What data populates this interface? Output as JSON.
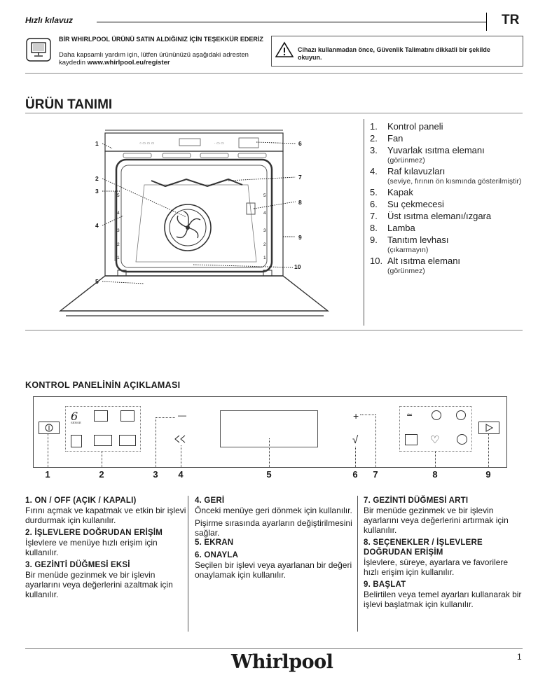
{
  "header": {
    "title": "Hızlı kılavuz",
    "lang": "TR"
  },
  "register": {
    "title": "BİR WHIRLPOOL ÜRÜNÜ SATIN ALDIĞINIZ İÇİN TEŞEKKÜR EDERİZ",
    "body": "Daha kapsamlı yardım için, lütfen ürününüzü aşağıdaki adresten kaydedin",
    "url": "www.whirlpool.eu/register"
  },
  "warning": {
    "text": "Cihazı kullanmadan önce, Güvenlik Talimatını dikkatli bir şekilde okuyun."
  },
  "product": {
    "heading": "ÜRÜN TANIMI",
    "items": [
      {
        "num": "1.",
        "label": "Kontrol paneli",
        "note": ""
      },
      {
        "num": "2.",
        "label": "Fan",
        "note": ""
      },
      {
        "num": "3.",
        "label": "Yuvarlak ısıtma elemanı",
        "note": "(görünmez)"
      },
      {
        "num": "4.",
        "label": "Raf kılavuzları",
        "note": "(seviye, fırının ön kısmında gösterilmiştir)"
      },
      {
        "num": "5.",
        "label": "Kapak",
        "note": ""
      },
      {
        "num": "6.",
        "label": "Su çekmecesi",
        "note": ""
      },
      {
        "num": "7.",
        "label": "Üst ısıtma elemanı/ızgara",
        "note": ""
      },
      {
        "num": "8.",
        "label": "Lamba",
        "note": ""
      },
      {
        "num": "9.",
        "label": "Tanıtım levhası",
        "note": "(çıkarmayın)"
      },
      {
        "num": "10.",
        "label": "Alt ısıtma elemanı",
        "note": "(görünmez)"
      }
    ],
    "callouts": [
      "1",
      "2",
      "3",
      "4",
      "5",
      "6",
      "7",
      "8",
      "9",
      "10"
    ],
    "rack_levels": [
      "5",
      "4",
      "3",
      "2",
      "1"
    ]
  },
  "panel": {
    "heading": "KONTROL PANELİNİN AÇIKLAMASI",
    "minus": "—",
    "plus": "+",
    "confirm": "√",
    "sixth_sense": "6",
    "sixth_sense_sub": "SENSE",
    "numbers": [
      "1",
      "2",
      "3",
      "4",
      "5",
      "6",
      "7",
      "8",
      "9"
    ]
  },
  "descriptions": {
    "col1": [
      {
        "title": "1. ON / OFF (AÇIK / KAPALI)",
        "text": "Fırını açmak ve kapatmak ve etkin bir işlevi durdurmak için kullanılır."
      },
      {
        "title": "2. İŞLEVLERE DOĞRUDAN ERİŞİM",
        "text": "İşlevlere ve menüye hızlı erişim için kullanılır."
      },
      {
        "title": "3. GEZİNTİ DÜĞMESİ EKSİ",
        "text": "Bir menüde gezinmek ve bir işlevin ayarlarını veya değerlerini azaltmak için kullanılır."
      }
    ],
    "col2": [
      {
        "title": "4. GERİ",
        "text": "Önceki menüye geri dönmek için kullanılır."
      },
      {
        "title": "",
        "text": "Pişirme sırasında ayarların değiştirilmesini sağlar."
      },
      {
        "title": "5. EKRAN",
        "text": ""
      },
      {
        "title": "6. ONAYLA",
        "text": "Seçilen bir işlevi veya ayarlanan bir değeri onaylamak için kullanılır."
      }
    ],
    "col3": [
      {
        "title": "7. GEZİNTİ DÜĞMESİ ARTI",
        "text": "Bir menüde gezinmek ve bir işlevin ayarlarını veya değerlerini artırmak için kullanılır."
      },
      {
        "title": "8. SEÇENEKLER / İŞLEVLERE DOĞRUDAN ERİŞİM",
        "text": "İşlevlere, süreye, ayarlara ve favorilere hızlı erişim için kullanılır."
      },
      {
        "title": "9. BAŞLAT",
        "text": "Belirtilen veya temel ayarları kullanarak bir işlevi başlatmak için kullanılır."
      }
    ]
  },
  "footer": {
    "brand": "Whirlpool",
    "page": "1"
  }
}
